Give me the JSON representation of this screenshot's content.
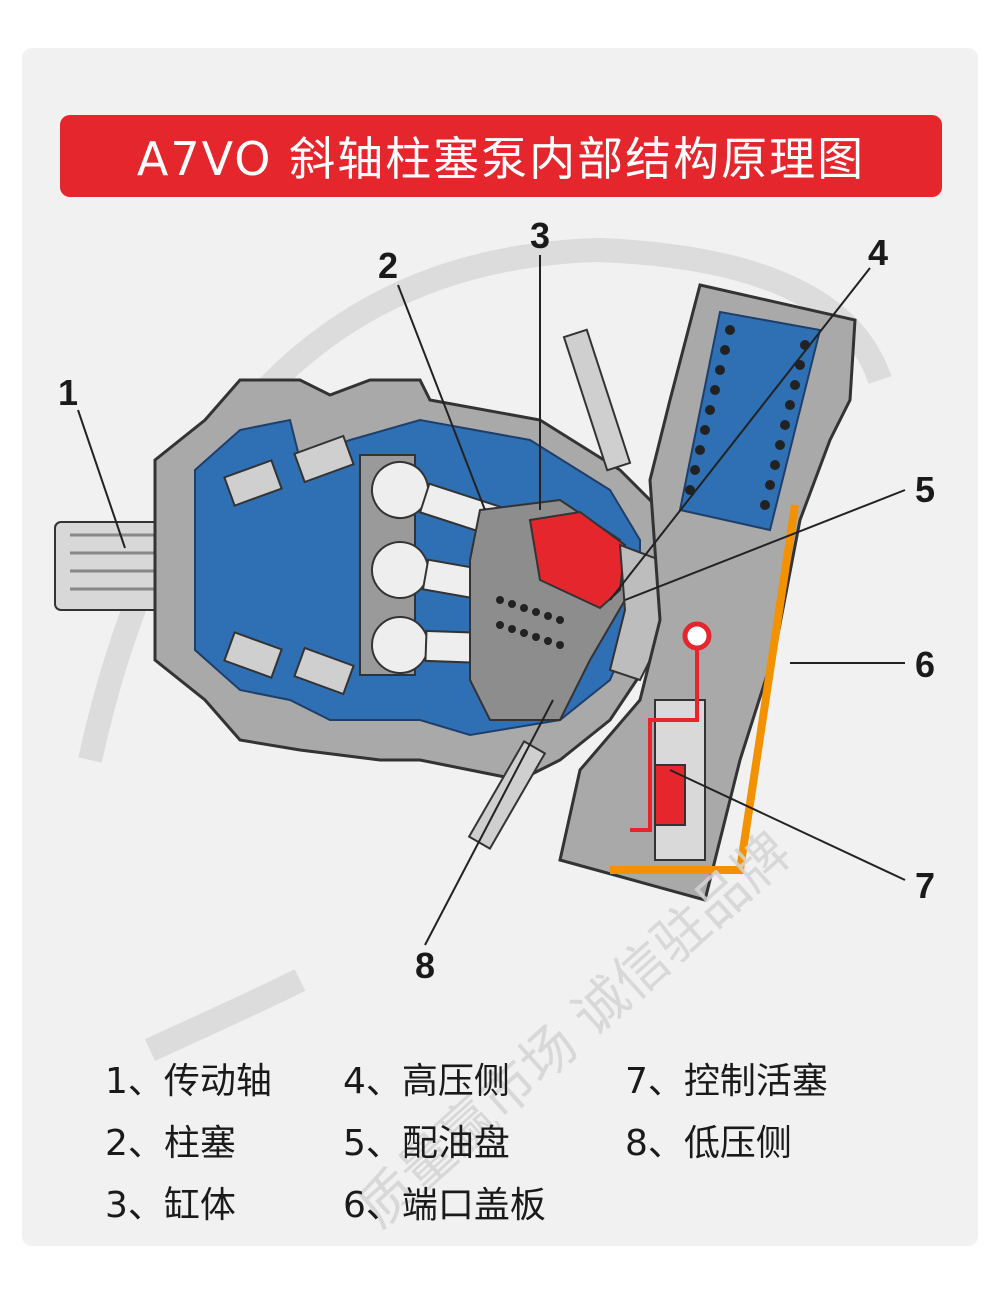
{
  "title": "A7VO 斜轴柱塞泵内部结构原理图",
  "callouts": [
    "1",
    "2",
    "3",
    "4",
    "5",
    "6",
    "7",
    "8"
  ],
  "legend": [
    "1、传动轴",
    "2、柱塞",
    "3、缸体",
    "4、高压侧",
    "5、配油盘",
    "6、端口盖板",
    "7、控制活塞",
    "8、低压侧"
  ],
  "watermark": "质量赢市场 诚信驻品牌",
  "colors": {
    "title_background": "#e5262d",
    "housing_blue": "#2f6fb4",
    "body_gray": "#a9a9a9",
    "high_pressure_red": "#e5262d",
    "control_line_orange": "#f39200"
  }
}
